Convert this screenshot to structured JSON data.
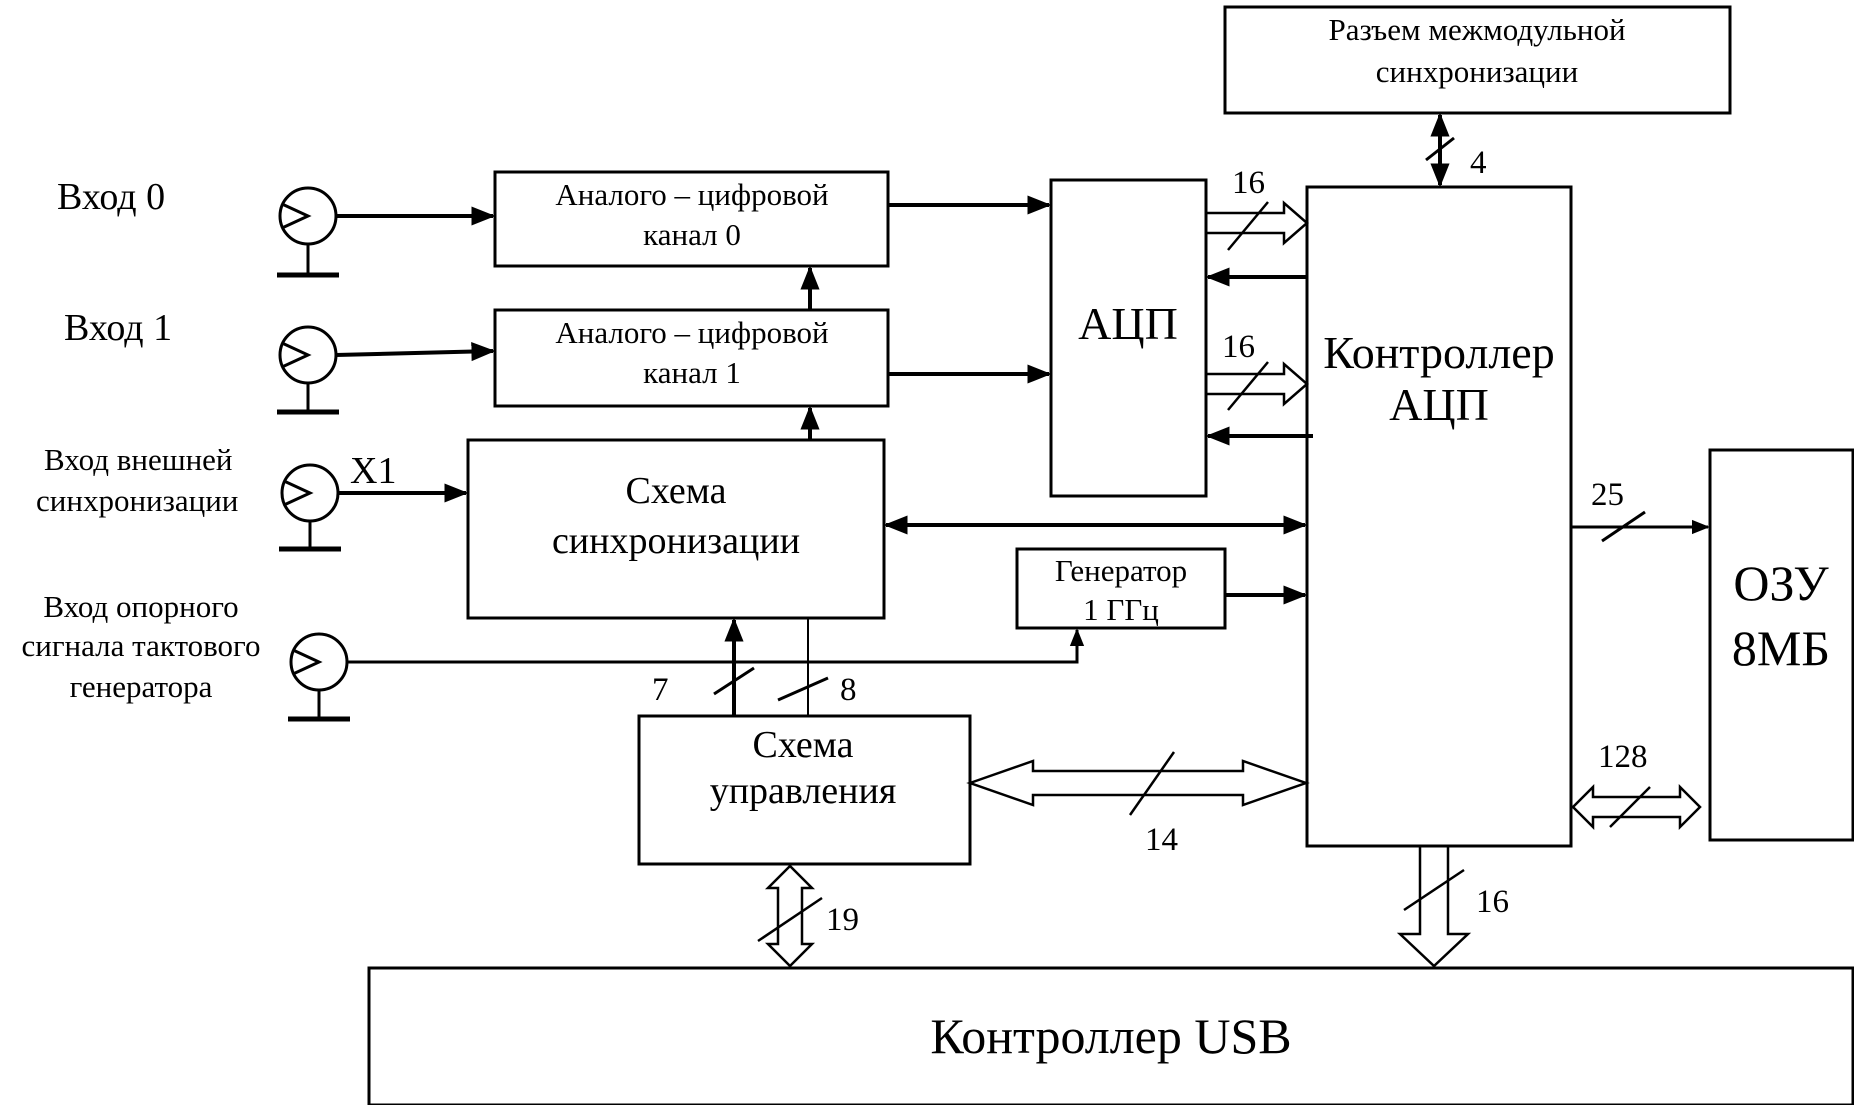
{
  "inputs": {
    "in0": "Вход 0",
    "in1": "Вход 1",
    "ext_sync_1": "Вход внешней",
    "ext_sync_2": "синхронизации",
    "x1": "X1",
    "ref_1": "Вход опорного",
    "ref_2": "сигнала тактового",
    "ref_3": "генератора"
  },
  "blocks": {
    "adc_channel0_1": "Аналого – цифровой",
    "adc_channel0_2": "канал 0",
    "adc_channel1_1": "Аналого – цифровой",
    "adc_channel1_2": "канал 1",
    "sync_1": "Схема",
    "sync_2": "синхронизации",
    "adc": "АЦП",
    "controller_1": "Контроллер",
    "controller_2": "АЦП",
    "generator_1": "Генератор",
    "generator_2": "1 ГГц",
    "connector_1": "Разъем межмодульной",
    "connector_2": "синхронизации",
    "control_1": "Схема",
    "control_2": "управления",
    "ram_1": "ОЗУ",
    "ram_2": "8МБ",
    "usb": "Контроллер USB"
  },
  "bus_widths": {
    "connector_bus": "4",
    "adc_bus_0": "16",
    "adc_bus_1": "16",
    "ram_address": "25",
    "ram_data": "128",
    "control_bus": "14",
    "control_to_sync": "7",
    "sync_to_control": "8",
    "usb_control": "19",
    "usb_controller": "16"
  }
}
